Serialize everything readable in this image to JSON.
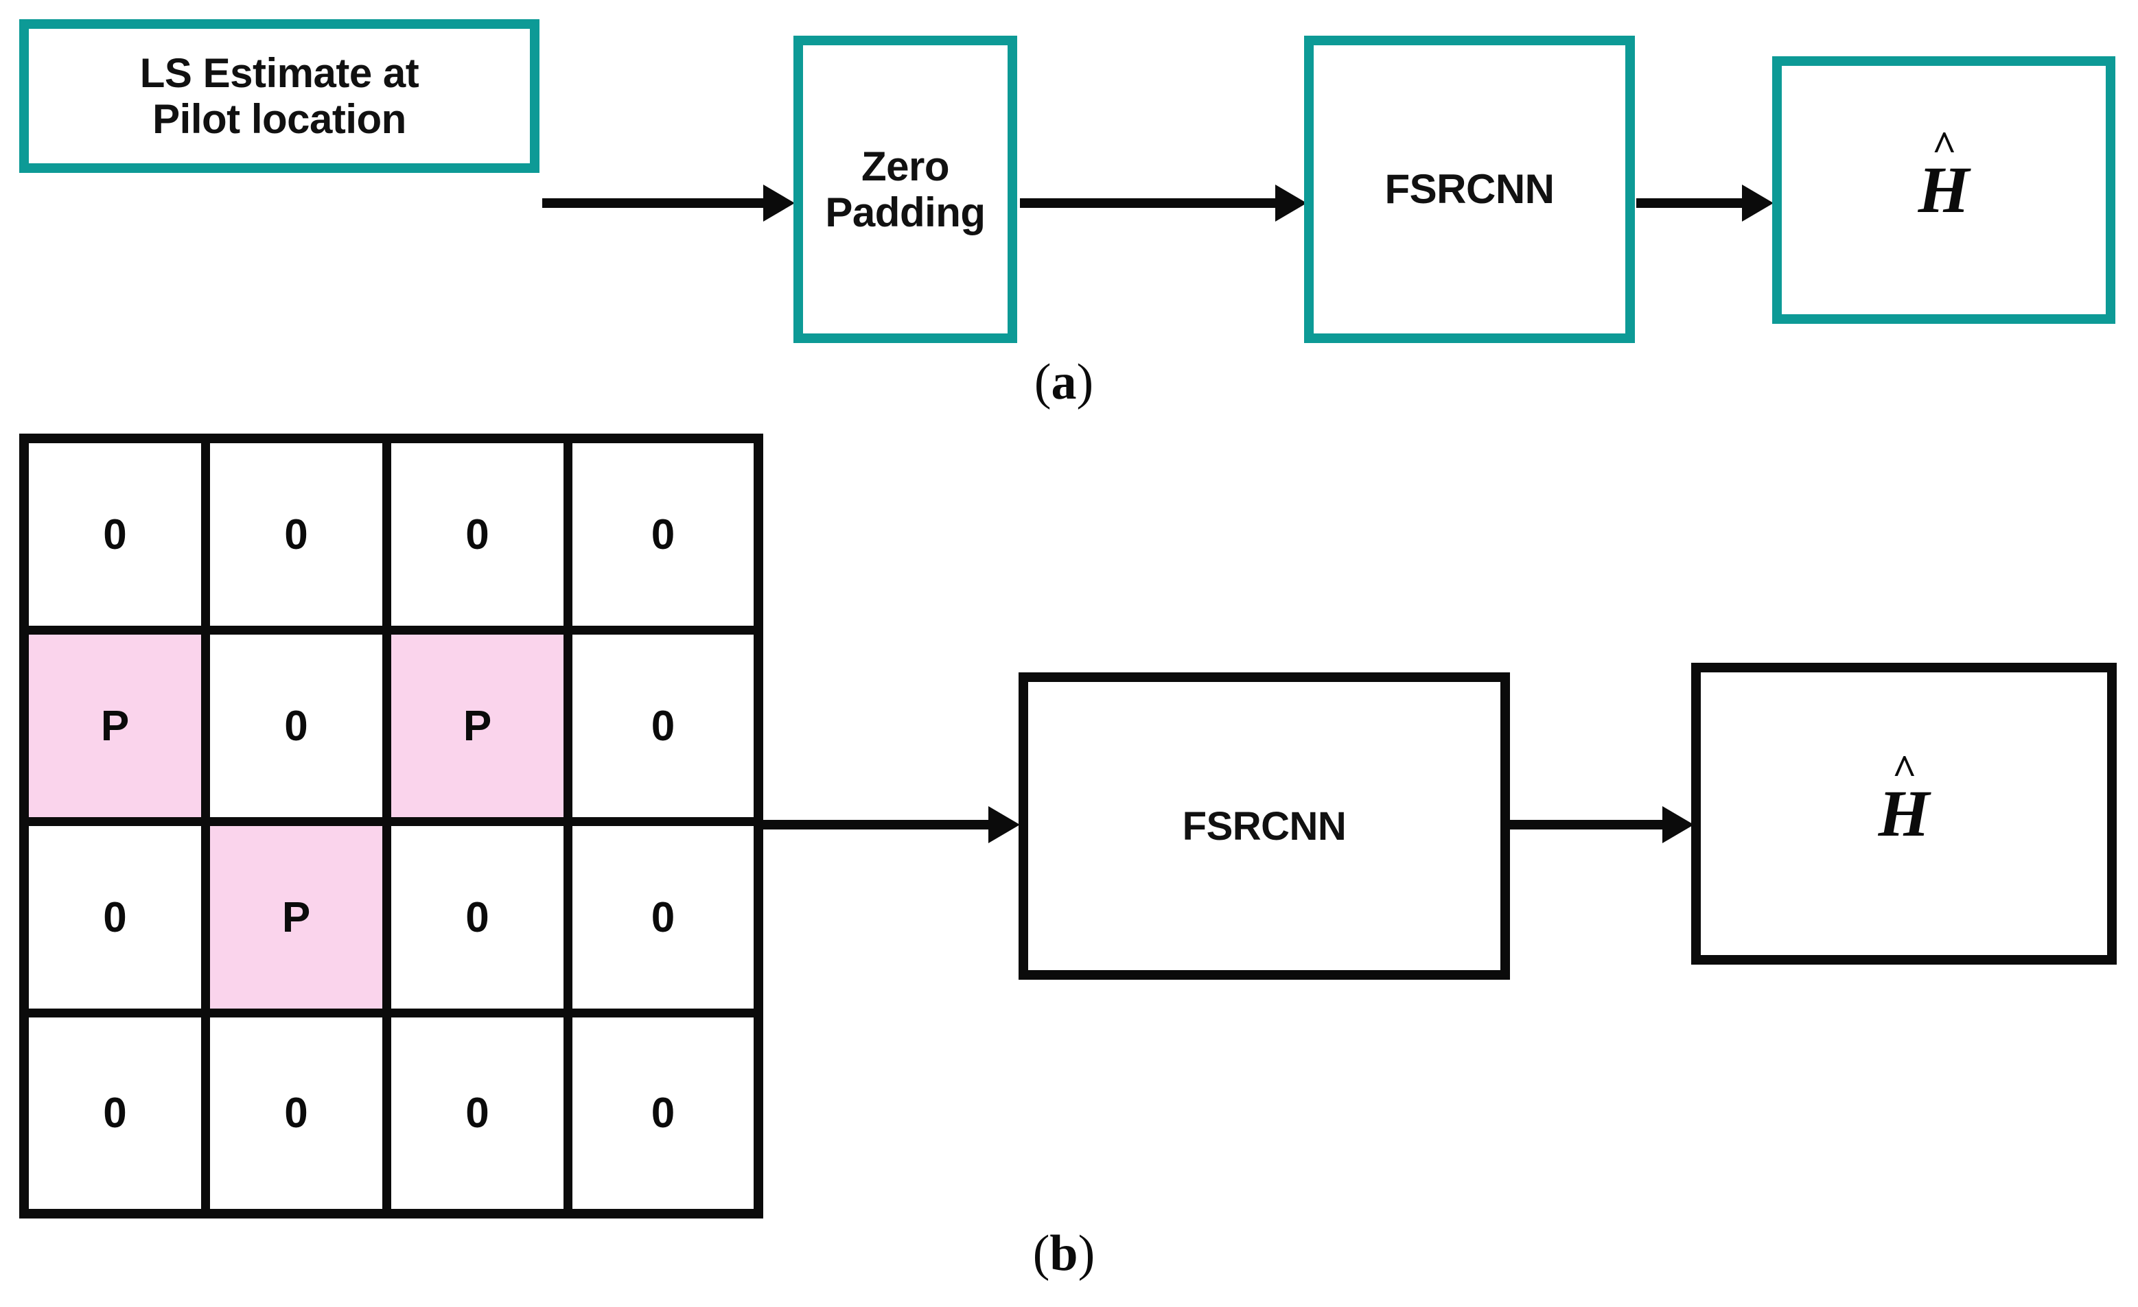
{
  "figure": {
    "panels": [
      {
        "id": "a",
        "caption_open": "(",
        "caption_letter": "a",
        "caption_close": ")",
        "accent_color": "#0d9a96",
        "blocks": [
          {
            "name": "ls-estimate",
            "label": "LS Estimate at\nPilot location"
          },
          {
            "name": "zero-padding",
            "label": "Zero\nPadding"
          },
          {
            "name": "fsrcnn",
            "label": "FSRCNN"
          },
          {
            "name": "h-hat",
            "label": "H",
            "accent": "hat"
          }
        ],
        "arrows": [
          {
            "name": "arrow-ls-to-zeropad"
          },
          {
            "name": "arrow-zeropad-to-fsrcnn"
          },
          {
            "name": "arrow-fsrcnn-to-hhat"
          }
        ]
      },
      {
        "id": "b",
        "caption_open": "(",
        "caption_letter": "b",
        "caption_close": ")",
        "accent_color": "#0b0b0b",
        "pilot_color": "#fad4ec",
        "grid": {
          "name": "pilot-zero-grid",
          "rows": 4,
          "cols": 4,
          "zero_label": "0",
          "pilot_label": "P",
          "cells": [
            [
              "0",
              "0",
              "0",
              "0"
            ],
            [
              "P",
              "0",
              "P",
              "0"
            ],
            [
              "0",
              "P",
              "0",
              "0"
            ],
            [
              "0",
              "0",
              "0",
              "0"
            ]
          ]
        },
        "blocks": [
          {
            "name": "fsrcnn",
            "label": "FSRCNN"
          },
          {
            "name": "h-hat",
            "label": "H",
            "accent": "hat"
          }
        ],
        "arrows": [
          {
            "name": "arrow-grid-to-fsrcnn"
          },
          {
            "name": "arrow-fsrcnn-to-hhat"
          }
        ]
      }
    ],
    "symbols": {
      "circumflex": "^"
    }
  }
}
